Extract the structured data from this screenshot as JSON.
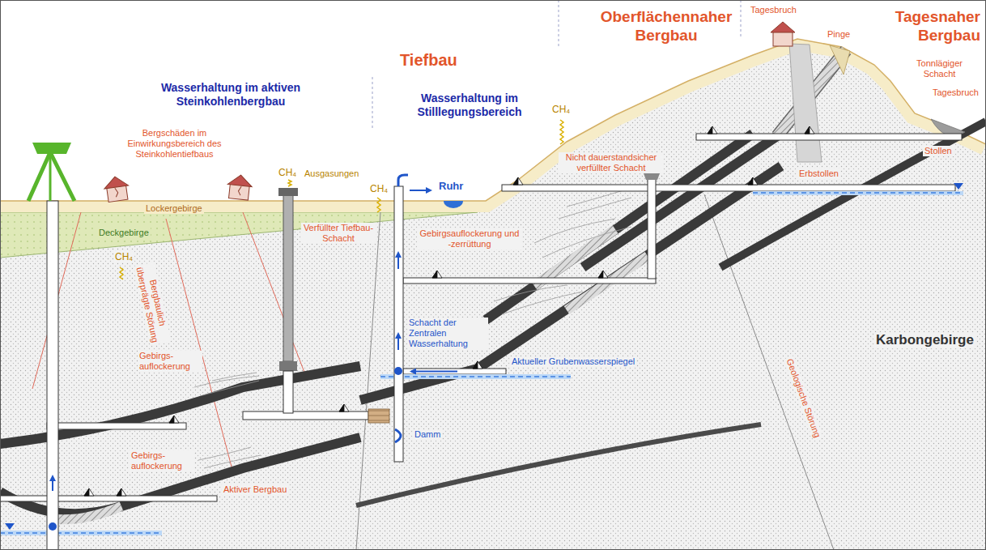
{
  "diagram": {
    "labels": [
      "Tiefbau",
      "Oberflächennaher Bergbau",
      "Tagesbruch",
      "Tagesnaher Bergbau",
      "Pinge",
      "Tonnlägiger Schacht",
      "Tagesbruch",
      "Wasserhaltung im aktiven Steinkohlenbergbau",
      "Wasserhaltung im Stilllegungsbereich",
      "CH₄",
      "Nicht dauerstandsicher verfüllter Schacht",
      "Stollen",
      "Bergschäden im Einwirkungsbereich des Steinkohlentiefbaus",
      "CH₄",
      "Ausgasungen",
      "CH₄",
      "Ruhr",
      "Erbstollen",
      "Lockergebirge",
      "CH₄",
      "Deckgebirge",
      "Verfüllter Tiefbau-Schacht",
      "Gebirgsauflockerung und -zerrüttung",
      "Bergbaulich überprägte Störung",
      "Schacht der Zentralen Wasserhaltung",
      "Aktueller Grubenwasserspiegel",
      "Karbongebirge",
      "Gebirgs- auflockerung",
      "Damm",
      "Geologische Störung",
      "Gebirgs- auflockerung",
      "Aktiver Bergbau"
    ]
  }
}
